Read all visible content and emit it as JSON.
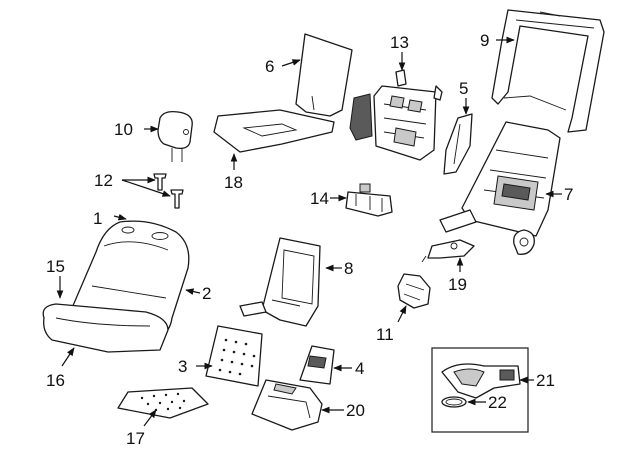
{
  "callouts": [
    {
      "id": "1",
      "text": "1"
    },
    {
      "id": "2",
      "text": "2"
    },
    {
      "id": "3",
      "text": "3"
    },
    {
      "id": "4",
      "text": "4"
    },
    {
      "id": "5",
      "text": "5"
    },
    {
      "id": "6",
      "text": "6"
    },
    {
      "id": "7",
      "text": "7"
    },
    {
      "id": "8",
      "text": "8"
    },
    {
      "id": "9",
      "text": "9"
    },
    {
      "id": "10",
      "text": "10"
    },
    {
      "id": "11",
      "text": "11"
    },
    {
      "id": "12",
      "text": "12"
    },
    {
      "id": "13",
      "text": "13"
    },
    {
      "id": "14",
      "text": "14"
    },
    {
      "id": "15",
      "text": "15"
    },
    {
      "id": "16",
      "text": "16"
    },
    {
      "id": "17",
      "text": "17"
    },
    {
      "id": "18",
      "text": "18"
    },
    {
      "id": "19",
      "text": "19"
    },
    {
      "id": "20",
      "text": "20"
    },
    {
      "id": "21",
      "text": "21"
    },
    {
      "id": "22",
      "text": "22"
    }
  ]
}
